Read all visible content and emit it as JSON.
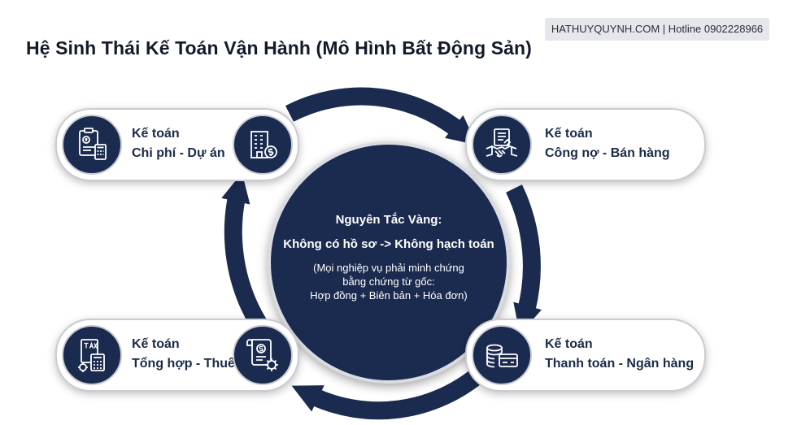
{
  "brand": "HATHUYQUYNH.COM | Hotline 0902228966",
  "title": "Hệ Sinh Thái Kế Toán Vận Hành (Mô Hình Bất Động Sản)",
  "center": {
    "heading": "Nguyên Tắc Vàng:",
    "rule": "Không có hồ sơ -> Không hạch toán",
    "note_lines": [
      "(Mọi nghiệp vụ phải minh chứng",
      "bằng chứng từ gốc:",
      "Hợp đồng + Biên bản + Hóa đơn)"
    ]
  },
  "cards": {
    "top_left": {
      "line1": "Kế toán",
      "line2": "Chi phí - Dự án",
      "icons": [
        "budget-calculator-icon",
        "building-dollar-icon"
      ]
    },
    "top_right": {
      "line1": "Kế toán",
      "line2": "Công nợ - Bán hàng",
      "icons": [
        "handshake-contract-icon"
      ]
    },
    "bottom_right": {
      "line1": "Kế toán",
      "line2": "Thanh toán - Ngân hàng",
      "icons": [
        "coins-card-icon"
      ]
    },
    "bottom_left": {
      "line1": "Kế toán",
      "line2": "Tổng hợp - Thuế",
      "icons": [
        "tax-calculator-icon",
        "document-dollar-gear-icon"
      ]
    }
  },
  "colors": {
    "navy": "#1b2b4f",
    "border": "#c9ccd2",
    "text": "#1b2a48",
    "brand_bg": "#e6e7ea"
  }
}
